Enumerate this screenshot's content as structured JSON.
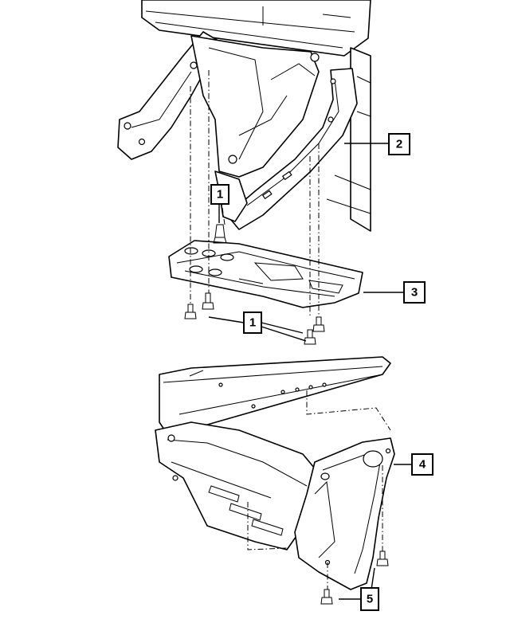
{
  "callouts": {
    "c1_top": "1",
    "c2": "2",
    "c3": "3",
    "c1_bottom": "1",
    "c4": "4",
    "c5": "5"
  }
}
